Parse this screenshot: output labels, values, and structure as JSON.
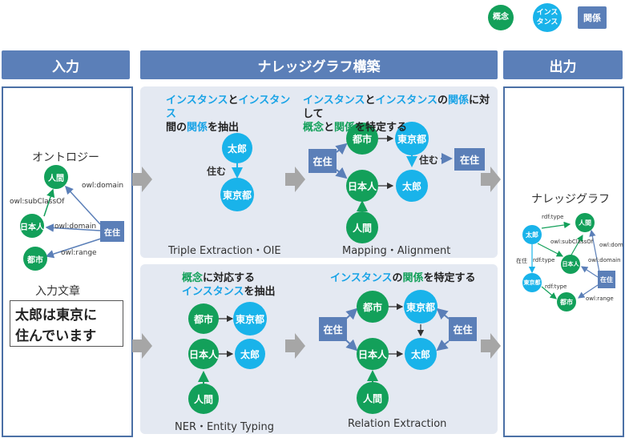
{
  "legend": {
    "concept": "概念",
    "instance": "インス\nタンス",
    "relation": "関係"
  },
  "headers": {
    "input": "入力",
    "build": "ナレッジグラフ構築",
    "output": "出力"
  },
  "input_panel": {
    "ontology_label": "オントロジー",
    "nodes": {
      "person": "人間",
      "japanese": "日本人",
      "city": "都市",
      "reside": "在住"
    },
    "edges": {
      "subclass": "owl:subClassOf",
      "domain1": "owl:domain",
      "domain2": "owl:domain",
      "range": "owl:range"
    },
    "text_label": "入力文章",
    "text_line1": "太郎は東京に",
    "text_line2": "住んでいます"
  },
  "triple": {
    "title_a": "インスタンス",
    "title_b": "と",
    "title_c": "インスタンス",
    "title_d": "間の",
    "title_e": "関係",
    "title_f": "を抽出",
    "node_taro": "太郎",
    "node_tokyo": "東京都",
    "edge": "住む",
    "caption": "Triple Extraction・OIE"
  },
  "mapping": {
    "title_a": "インスタンス",
    "title_b": "と",
    "title_c": "インスタンス",
    "title_d": "の",
    "title_e": "関係",
    "title_f": "に対して",
    "title_g": "概念",
    "title_h": "と",
    "title_i": "関係",
    "title_j": "を特定する",
    "nodes": {
      "city": "都市",
      "tokyo": "東京都",
      "japanese": "日本人",
      "taro": "太郎",
      "person": "人間",
      "reside_l": "在住",
      "reside_r": "在住"
    },
    "edge": "住む",
    "caption": "Mapping・Alignment"
  },
  "ner": {
    "title_a": "概念",
    "title_b": "に対応する",
    "title_c": "インスタンス",
    "title_d": "を抽出",
    "nodes": {
      "city": "都市",
      "tokyo": "東京都",
      "japanese": "日本人",
      "taro": "太郎",
      "person": "人間"
    },
    "caption": "NER・Entity Typing"
  },
  "relation": {
    "title_a": "インスタンス",
    "title_b": "の",
    "title_c": "関係",
    "title_d": "を特定する",
    "nodes": {
      "city": "都市",
      "tokyo": "東京都",
      "japanese": "日本人",
      "taro": "太郎",
      "person": "人間",
      "reside_l": "在住",
      "reside_r": "在住"
    },
    "caption": "Relation Extraction"
  },
  "output_panel": {
    "label": "ナレッジグラフ",
    "nodes": {
      "taro": "太郎",
      "person": "人間",
      "japanese": "日本人",
      "tokyo": "東京都",
      "city": "都市",
      "reside": "在住"
    },
    "edges": {
      "type1": "rdf:type",
      "type2": "rdf:type",
      "type3": "rdf:type",
      "subclass": "owl:subClassOf",
      "domain_a": "owl:dom",
      "domain_b": "owl:domain",
      "range": "owl:range",
      "reside": "在住"
    }
  },
  "colors": {
    "concept": "#13a05a",
    "instance": "#19b3ea",
    "relation": "#5b7fb8",
    "panel": "#e4e9f2",
    "arrow": "#a6a6a6"
  }
}
